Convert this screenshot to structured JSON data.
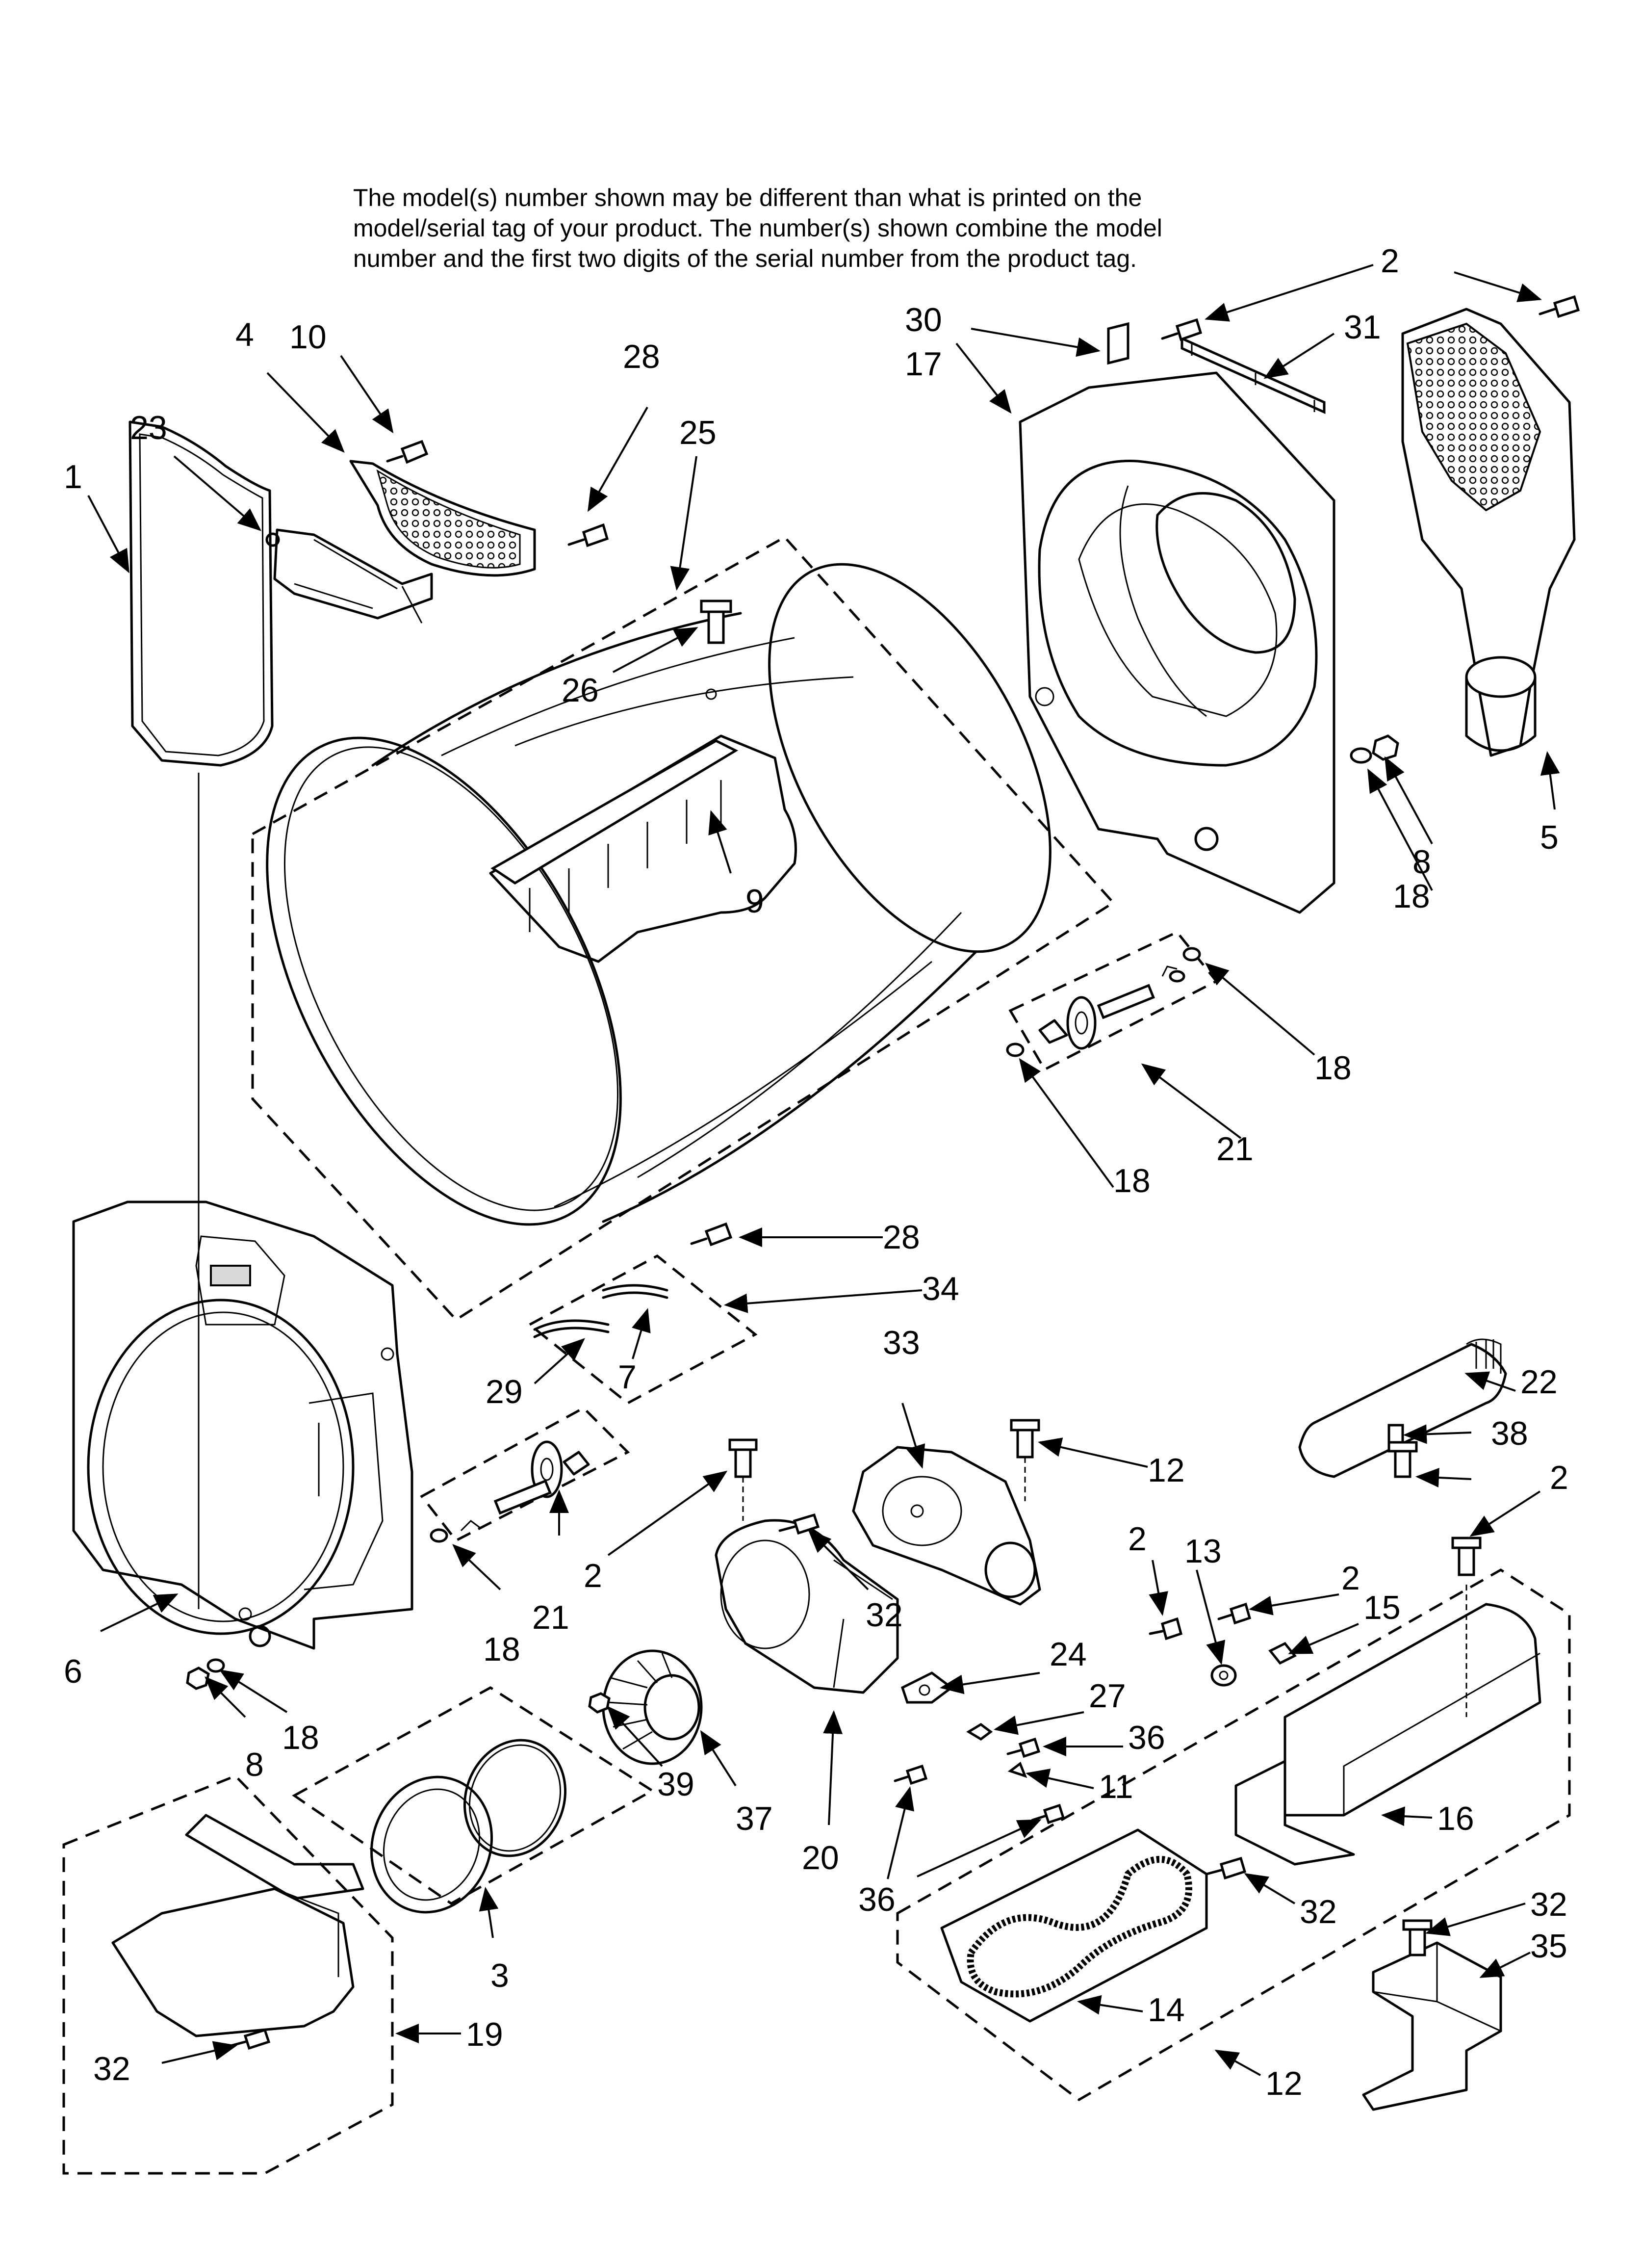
{
  "note": {
    "lines": [
      "The model(s) number shown may be different than what is printed on the",
      "model/serial tag of your product. The number(s) shown combine the model",
      "number and the first two digits of the serial number from the product tag."
    ]
  },
  "callouts": [
    "1",
    "2",
    "3",
    "4",
    "5",
    "6",
    "7",
    "8",
    "9",
    "10",
    "11",
    "12",
    "13",
    "14",
    "15",
    "16",
    "17",
    "18",
    "19",
    "20",
    "21",
    "22",
    "23",
    "24",
    "25",
    "26",
    "27",
    "28",
    "29",
    "30",
    "31",
    "32",
    "33",
    "34",
    "35",
    "36",
    "37",
    "38",
    "39"
  ]
}
